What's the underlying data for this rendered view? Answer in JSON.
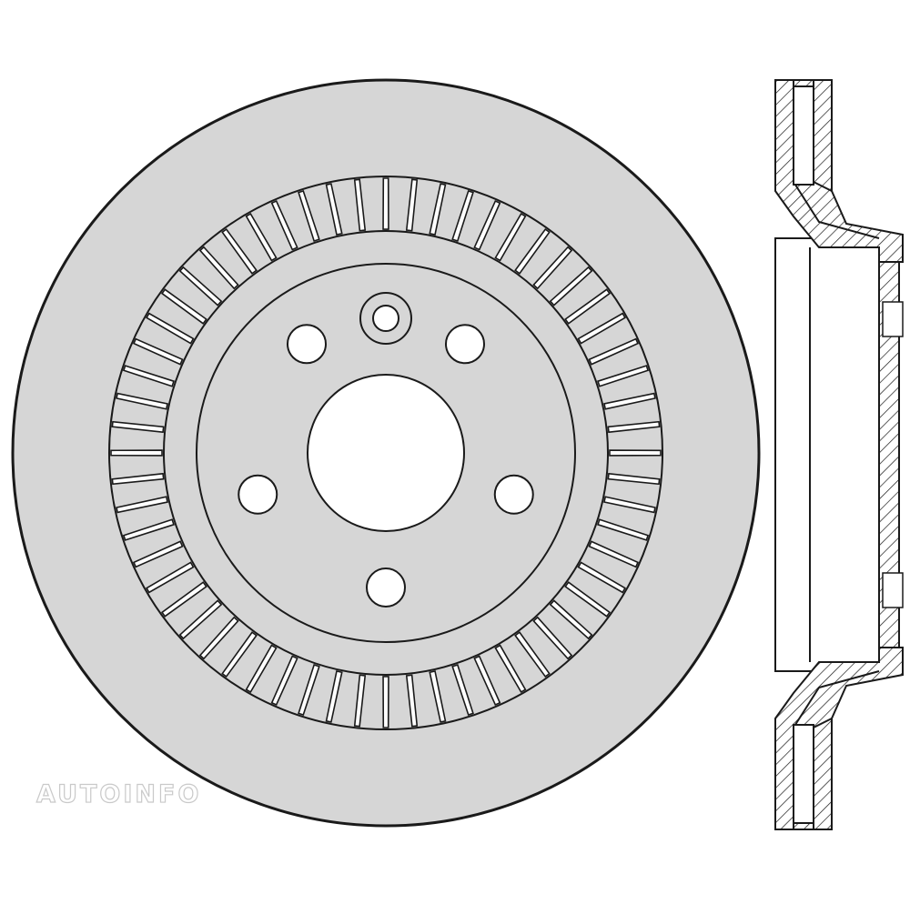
{
  "watermark": {
    "text": "AUTOINFO"
  },
  "rotor": {
    "vane_count": 60,
    "stud_hole_count": 5,
    "has_locating_hole": true
  },
  "colors": {
    "disc_fill": "#d6d6d6",
    "outline": "#1a1a1a",
    "hole_fill": "#ffffff"
  }
}
